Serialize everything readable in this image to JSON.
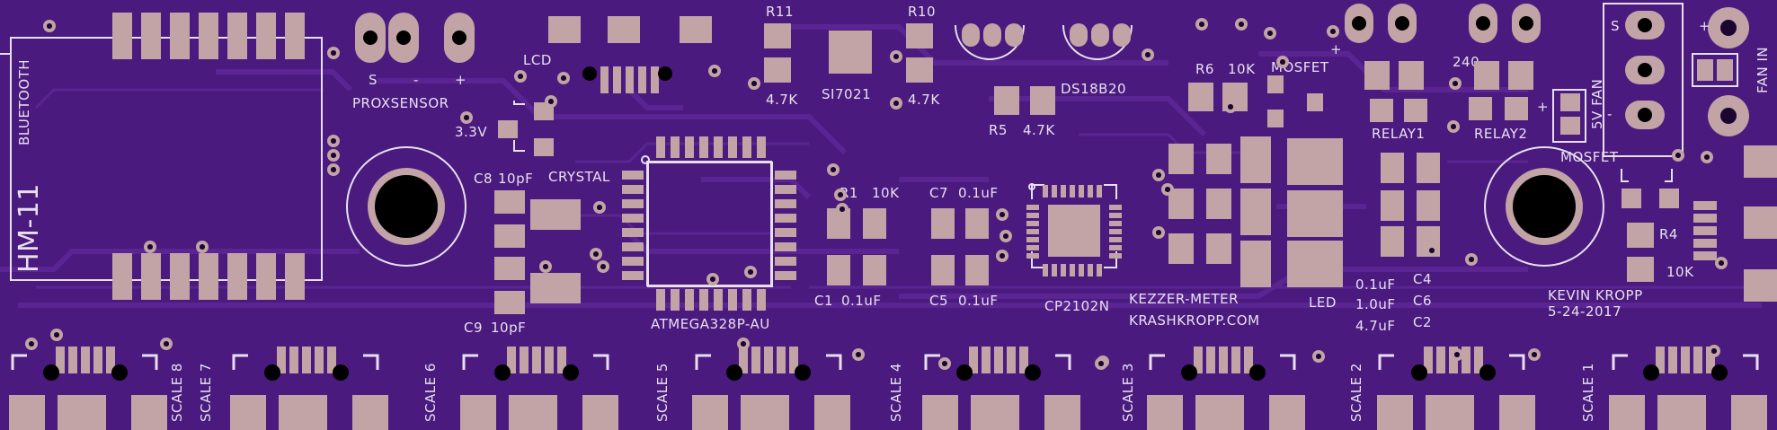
{
  "board": {
    "colors": {
      "substrate": "#4a1a7e",
      "trace": "#5a2592",
      "pad": "#c2a3a6",
      "silk": "#e8e0f0",
      "hole": "#000000"
    },
    "labels": {
      "bluetooth": "BLUETOOTH",
      "hm11": "HM-11",
      "prox_s": "S",
      "prox_minus": "-",
      "prox_plus": "+",
      "proxsensor": "PROXSENSOR",
      "lcd": "LCD",
      "r11": "R11",
      "r10": "R10",
      "si7021": "SI7021",
      "r11_val": "4.7K",
      "r10_val": "4.7K",
      "ds18b20": "DS18B20",
      "r6": "R6",
      "r6_val": "10K",
      "mosfet1": "MOSFET",
      "r5": "R5",
      "r5_val": "4.7K",
      "v33": "3.3V",
      "c8": "C8",
      "c8_val": "10pF",
      "crystal": "CRYSTAL",
      "c9": "C9",
      "c9_val": "10pF",
      "atmega": "ATMEGA328P-AU",
      "r1": "R1",
      "r1_val": "10K",
      "c7": "C7",
      "c7_val": "0.1uF",
      "c1": "C1",
      "c1_val": "0.1uF",
      "c5": "C5",
      "c5_val": "0.1uF",
      "cp2102n": "CP2102N",
      "kezzer": "KEZZER-METER",
      "krash": "KRASHKROPP.COM",
      "led": "LED",
      "cap1": "0.1uF",
      "cap2": "1.0uF",
      "cap3": "4.7uF",
      "c4": "C4",
      "c6": "C6",
      "c2": "C2",
      "relay1": "RELAY1",
      "relay2": "RELAY2",
      "relay_plus1": "+",
      "relay_plus2": "+",
      "v240": "240",
      "fan_s": "S",
      "fan_plus": "+",
      "fan_minus": "-",
      "fan_in": "FAN IN",
      "fan5v": "5V FAN",
      "mosfet2": "MOSFET",
      "kevin": "KEVIN KROPP",
      "date": "5-24-2017",
      "r4": "R4",
      "r4_val": "10K",
      "scale8": "SCALE 8",
      "scale7": "SCALE 7",
      "scale6": "SCALE 6",
      "scale5": "SCALE 5",
      "scale4": "SCALE 4",
      "scale3": "SCALE 3",
      "scale2": "SCALE 2",
      "scale1": "SCALE 1"
    }
  }
}
